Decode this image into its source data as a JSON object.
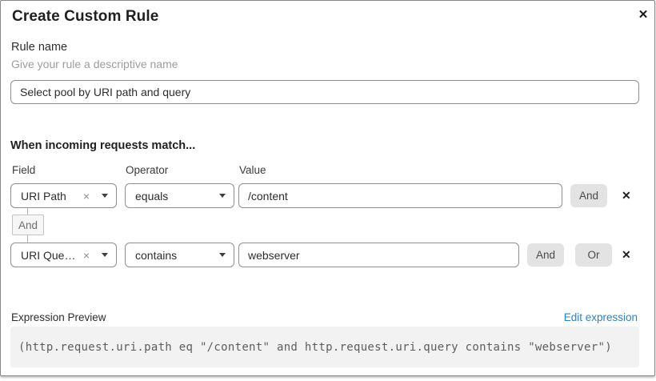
{
  "dialog": {
    "title": "Create Custom Rule",
    "close_icon": "✕"
  },
  "rule_name": {
    "label": "Rule name",
    "hint": "Give your rule a descriptive name",
    "value": "Select pool by URI path and query"
  },
  "match_section": {
    "heading": "When incoming requests match...",
    "columns": {
      "field": "Field",
      "operator": "Operator",
      "value": "Value"
    },
    "connector_label": "And",
    "clear_icon": "×",
    "remove_icon": "✕",
    "rows": [
      {
        "field": "URI Path",
        "operator": "equals",
        "value": "/content",
        "buttons": [
          "And"
        ]
      },
      {
        "field": "URI Query St...",
        "operator": "contains",
        "value": "webserver",
        "buttons": [
          "And",
          "Or"
        ]
      }
    ]
  },
  "expression_preview": {
    "label": "Expression Preview",
    "edit_link": "Edit expression",
    "code": "(http.request.uri.path eq \"/content\" and http.request.uri.query contains \"webserver\")"
  },
  "colors": {
    "link_blue": "#2f80b9",
    "button_gray": "#e3e3e3",
    "input_border": "#8f8f8f",
    "code_background": "#f2f2f2",
    "hint_gray": "#9d9d9d"
  }
}
